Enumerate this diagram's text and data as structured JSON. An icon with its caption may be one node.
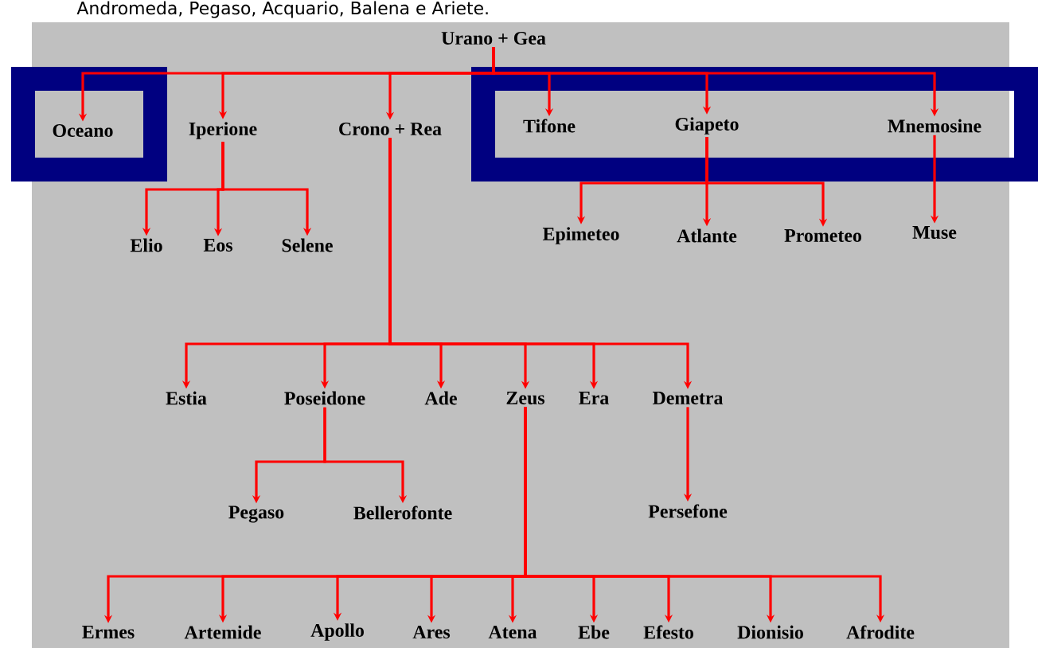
{
  "diagram": {
    "nodes": [
      {
        "text": [
          "Urano + Gea"
        ]
      },
      {
        "text": [],
        "shape": "box"
      },
      {
        "text": [
          "Oceano"
        ],
        "in": 1
      },
      {
        "text": [
          "Iperione"
        ]
      },
      {
        "text": [
          "Crono + Rea"
        ]
      },
      {
        "text": [],
        "shape": "box"
      },
      {
        "text": [
          "Tifone"
        ],
        "in": 5
      },
      {
        "text": [
          "Giapeto"
        ],
        "in": 5
      },
      {
        "text": [
          "Mnemosine"
        ],
        "in": 5
      },
      {
        "text": [
          "Elio"
        ]
      },
      {
        "text": [
          "Eos"
        ]
      },
      {
        "text": [
          "Selene"
        ]
      },
      {
        "text": [
          "Epimeteo"
        ]
      },
      {
        "text": [
          "Atlante"
        ]
      },
      {
        "text": [
          "Prometeo"
        ]
      },
      {
        "text": [
          "Muse"
        ]
      },
      {
        "text": [
          "Estia"
        ]
      },
      {
        "text": [
          "Poseidone"
        ]
      },
      {
        "text": [
          "Ade"
        ]
      },
      {
        "text": [
          "Zeus"
        ]
      },
      {
        "text": [
          "Era"
        ]
      },
      {
        "text": [
          "Demetra"
        ]
      },
      {
        "text": [
          "Pegaso"
        ]
      },
      {
        "text": [
          "Bellerofonte"
        ]
      },
      {
        "text": [
          "Persefone"
        ]
      },
      {
        "text": [
          "Ermes"
        ]
      },
      {
        "text": [
          "Artemide"
        ]
      },
      {
        "text": [
          "Apollo"
        ]
      },
      {
        "text": [
          "Ares"
        ]
      },
      {
        "text": [
          "Atena"
        ]
      },
      {
        "text": [
          "Ebe"
        ]
      },
      {
        "text": [
          "Efesto"
        ]
      },
      {
        "text": [
          "Dionisio"
        ]
      },
      {
        "text": [
          "Afrodite"
        ]
      }
    ],
    "edges": [
      {
        "from": 0,
        "to": 2,
        "arrow": "to"
      },
      {
        "from": 0,
        "to": 3,
        "arrow": "to"
      },
      {
        "from": 0,
        "to": 4,
        "arrow": "to"
      },
      {
        "from": 0,
        "to": 6,
        "arrow": "to"
      },
      {
        "from": 0,
        "to": 7,
        "arrow": "to"
      },
      {
        "from": 0,
        "to": 8,
        "arrow": "to"
      },
      {
        "from": 3,
        "to": 9,
        "arrow": "to"
      },
      {
        "from": 3,
        "to": 10,
        "arrow": "to"
      },
      {
        "from": 3,
        "to": 11,
        "arrow": "to"
      },
      {
        "from": 7,
        "to": 12,
        "arrow": "to"
      },
      {
        "from": 7,
        "to": 13,
        "arrow": "to"
      },
      {
        "from": 7,
        "to": 14,
        "arrow": "to"
      },
      {
        "from": 8,
        "to": 15,
        "arrow": "to"
      },
      {
        "from": 4,
        "to": 16,
        "arrow": "to"
      },
      {
        "from": 4,
        "to": 17,
        "arrow": "to"
      },
      {
        "from": 4,
        "to": 18,
        "arrow": "to"
      },
      {
        "from": 4,
        "to": 19,
        "arrow": "to"
      },
      {
        "from": 4,
        "to": 20,
        "arrow": "to"
      },
      {
        "from": 4,
        "to": 21,
        "arrow": "to"
      },
      {
        "from": 17,
        "to": 22,
        "arrow": "to"
      },
      {
        "from": 17,
        "to": 23,
        "arrow": "to"
      },
      {
        "from": 21,
        "to": 24,
        "arrow": "to"
      },
      {
        "from": 19,
        "to": 25,
        "arrow": "to"
      },
      {
        "from": 19,
        "to": 26,
        "arrow": "to"
      },
      {
        "from": 19,
        "to": 27,
        "arrow": "to"
      },
      {
        "from": 19,
        "to": 28,
        "arrow": "to"
      },
      {
        "from": 19,
        "to": 29,
        "arrow": "to"
      },
      {
        "from": 19,
        "to": 30,
        "arrow": "to"
      },
      {
        "from": 19,
        "to": 31,
        "arrow": "to"
      },
      {
        "from": 19,
        "to": 32,
        "arrow": "to"
      },
      {
        "from": 19,
        "to": 33,
        "arrow": "to"
      }
    ],
    "labels": [
      "Andromeda, Pegaso, Acquario, Balena e Ariete."
    ]
  }
}
